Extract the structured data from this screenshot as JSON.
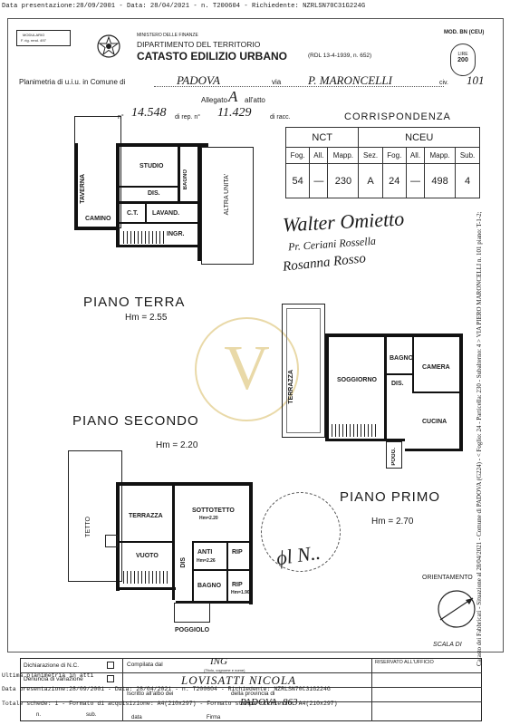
{
  "header_line": "Data presentazione:28/09/2001 - Data: 28/04/2021 - n. T200604 - Richiedente: NZRLSN70C31G224G",
  "form_box": {
    "line1": "MODULARIO",
    "line2": "F. rig. rend. 497"
  },
  "ministry": "MINISTERO DELLE FINANZE",
  "department": "DIPARTIMENTO DEL TERRITORIO",
  "catasto": "CATASTO EDILIZIO URBANO",
  "rdl": "(RDL 13-4-1939, n. 652)",
  "mod": "MOD. BN (CEU)",
  "lire": {
    "l1": "LIRE",
    "l2": "200"
  },
  "planimetria": {
    "label": "Planimetria di u.i.u. in Comune di",
    "comune": "PADOVA",
    "via_label": "via",
    "via": "P. MARONCELLI",
    "civ_label": "civ.",
    "civ": "101"
  },
  "allegato": {
    "label": "Allegato",
    "letter": "A",
    "suffix": "all'atto",
    "n_label": "n°",
    "n": "14.548",
    "rep_label": "di rep. n°",
    "rep": "11.429",
    "racc": "di racc."
  },
  "corrispondenza": "CORRISPONDENZA",
  "table": {
    "nct": "NCT",
    "nceu": "NCEU",
    "headers": [
      "Fog.",
      "All.",
      "Mapp.",
      "Sez.",
      "Fog.",
      "All.",
      "Mapp.",
      "Sub."
    ],
    "values": [
      "54",
      "—",
      "230",
      "A",
      "24",
      "—",
      "498",
      "4"
    ]
  },
  "signatures": {
    "s1": "Walter Omietto",
    "s2": "Pr. Ceriani Rossella",
    "s3": "Rosanna Rosso"
  },
  "floors": {
    "terra": {
      "title": "PIANO TERRA",
      "hm": "Hm = 2.55"
    },
    "secondo": {
      "title": "PIANO SECONDO",
      "hm": "Hm = 2.20"
    },
    "primo": {
      "title": "PIANO PRIMO",
      "hm": "Hm = 2.70"
    }
  },
  "rooms_terra": {
    "taverna": "TAVERNA",
    "studio": "STUDIO",
    "bagno": "BAGNO",
    "dis": "DIS.",
    "ct": "C.T.",
    "lavand": "LAVAND.",
    "camino": "CAMINO",
    "ingr": "INGR.",
    "altra": "ALTRA UNITA'"
  },
  "rooms_primo": {
    "terrazza": "TERRAZZA",
    "bagno": "BAGNO",
    "camera": "CAMERA",
    "soggiorno": "SOGGIORNO",
    "dis": "DIS.",
    "cucina": "CUCINA",
    "pogg": "POGG."
  },
  "rooms_secondo": {
    "tetto": "TETTO",
    "terrazza": "TERRAZZA",
    "sottotetto": "SOTTOTETTO",
    "sott_hm": "Hm=2.20",
    "vuoto": "VUOTO",
    "anti": "ANTI",
    "anti_hm": "Hm=2.26",
    "rip1": "RIP",
    "dis": "DIS",
    "bagno": "BAGNO",
    "rip2": "RIP",
    "rip2_hm": "Hm=1.90",
    "poggiolo": "POGGIOLO"
  },
  "orientamento": "ORIENTAMENTO",
  "scala": "SCALA DI",
  "riservato": "RISERVATO ALL'UFFICIO",
  "side_text": "Catasto dei Fabbricati - Situazione al 28/04/2021 - Comune di PADOVA (G224) - < Foglio: 24 - Particella: 230 - Subalterno: 4 > VIA PIERO MARONCELLI n. 101 piano: T-1-2;",
  "footer": {
    "dichiarazione": "Dichiarazione di N.C.",
    "denuncia": "Denuncia di variazione",
    "compilata": "Compilata dal",
    "compilata_val": "ING",
    "titolo": "(Titolo, cognome e nome)",
    "name": "LOVISATTI NICOLA",
    "albo": "Iscritto all'albo dei",
    "della_prov": "della provincia di",
    "prov": "PADOVA",
    "n": "863",
    "data": "data",
    "firma": "Firma",
    "subalterno": "n.",
    "sub": "sub."
  },
  "bottom_lines": {
    "l1": "Data presentazione:28/09/2001 - Data: 28/04/2021 - n. T200604 - Richiedente: NZRLSN70C31G224G",
    "l2": "Totale schede: 1 - Formato di acquisizione: A4(210x297) - Formato stampa richiesto: A4(210x297)",
    "l3": "Ultima planimetria in atti"
  },
  "colors": {
    "ink": "#1a1a1a",
    "watermark": "#e9d9a8",
    "paper": "#ffffff"
  }
}
